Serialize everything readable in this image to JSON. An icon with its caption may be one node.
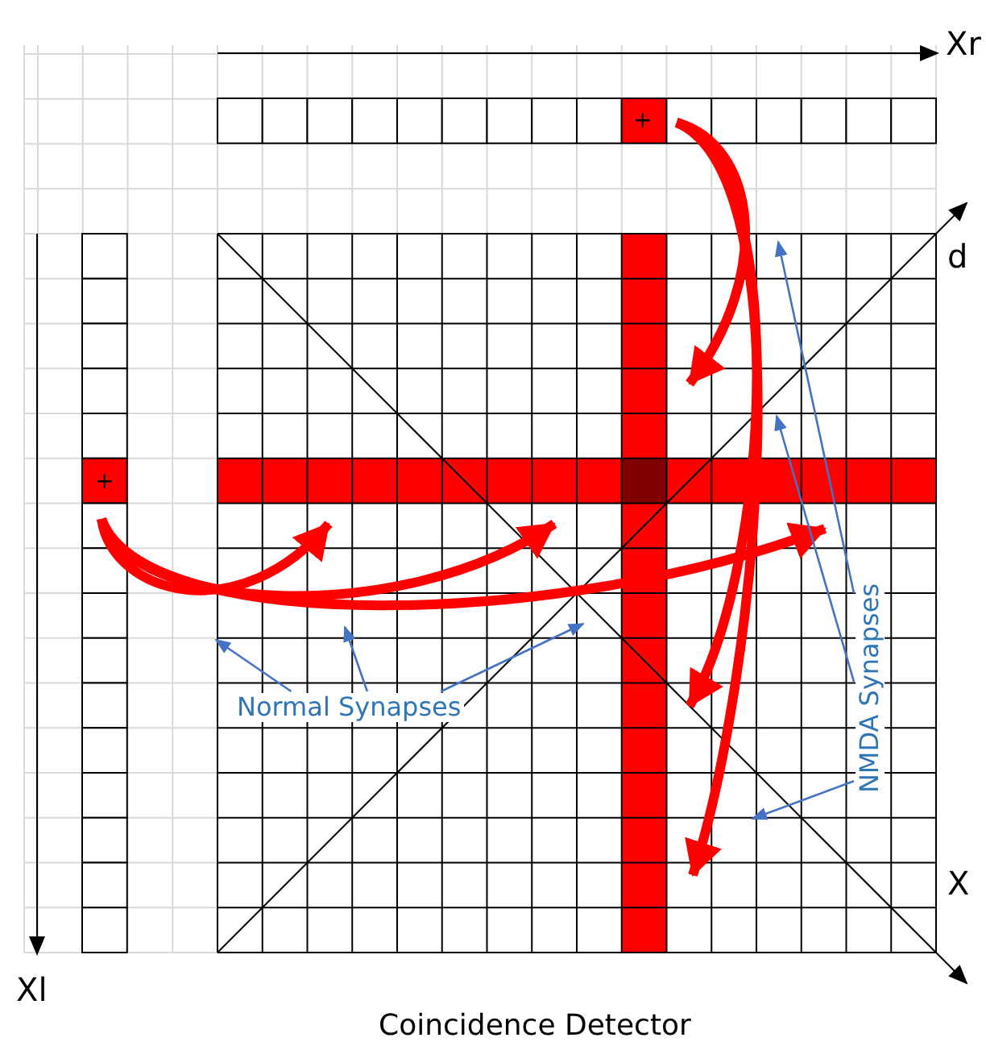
{
  "diagram": {
    "caption": "Coincidence Detector",
    "nodes": [
      {
        "text": [
          "Normal Synapses"
        ]
      },
      {
        "text": [
          "NMDA Synapses"
        ]
      }
    ],
    "edges": [
      {
        "from": 0,
        "to": null,
        "arrow": "to"
      },
      {
        "from": 0,
        "to": null,
        "arrow": "to"
      },
      {
        "from": 0,
        "to": null,
        "arrow": "to"
      },
      {
        "from": 1,
        "to": null,
        "arrow": "to"
      },
      {
        "from": 1,
        "to": null,
        "arrow": "to"
      },
      {
        "from": 1,
        "to": null,
        "arrow": "to"
      }
    ],
    "labels": [
      "Xr",
      "+",
      "d",
      "+",
      "X",
      "Xl"
    ]
  }
}
